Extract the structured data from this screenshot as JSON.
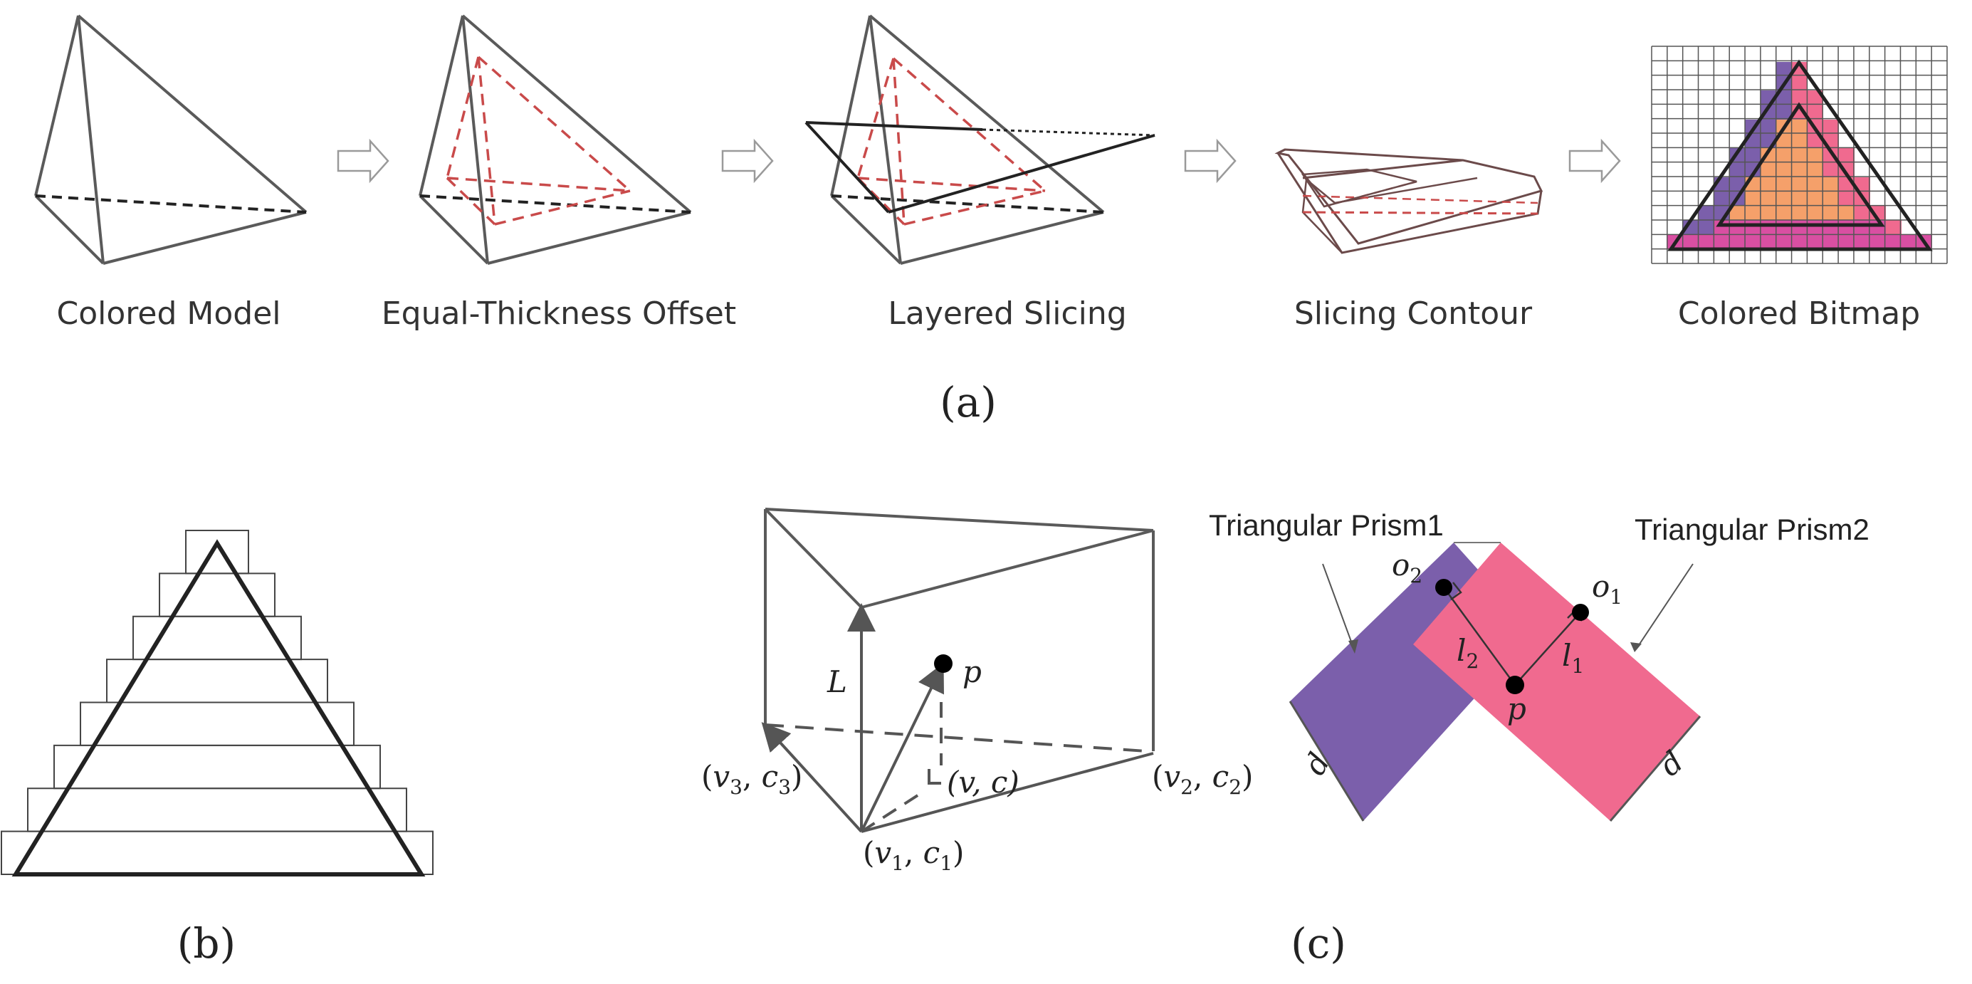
{
  "panel_a": {
    "captions": [
      "Colored Model",
      "Equal-Thickness Offset",
      "Layered Slicing",
      "Slicing Contour",
      "Colored Bitmap"
    ],
    "label": "(a)"
  },
  "panel_b": {
    "label": "(b)"
  },
  "panel_c": {
    "label": "(c)",
    "L": "L",
    "p": "p",
    "v3c3": [
      "(",
      "v",
      "3",
      ", ",
      "c",
      "3",
      ")"
    ],
    "v2c2": [
      "(",
      "v",
      "2",
      ", ",
      "c",
      "2",
      ")"
    ],
    "v1c1": [
      "(",
      "v",
      "1",
      ", ",
      "c",
      "1",
      ")"
    ],
    "vc": "(v, c)",
    "prism1": "Triangular Prism1",
    "prism2": "Triangular Prism2",
    "o1": "o",
    "o1_sub": "1",
    "o2": "o",
    "o2_sub": "2",
    "l1": "l",
    "l1_sub": "1",
    "l2": "l",
    "l2_sub": "2",
    "p2": "p",
    "d_left": "d",
    "d_right": "d"
  },
  "colors": {
    "purple": "#7b5fab",
    "pink": "#f06a8f",
    "orange": "#f5a06a",
    "magenta": "#d94fa2",
    "red_dash": "#c94a4a"
  }
}
